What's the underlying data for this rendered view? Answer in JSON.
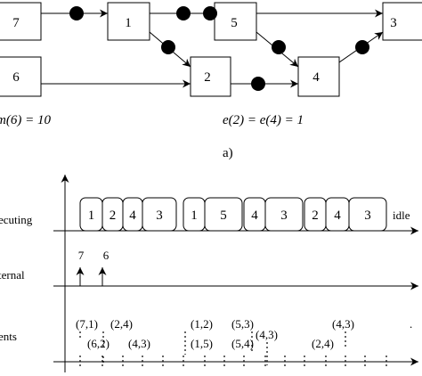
{
  "graph": {
    "nodes": [
      "7",
      "1",
      "5",
      "3",
      "6",
      "2",
      "4"
    ],
    "annotations": {
      "m6": "m(6) = 10",
      "e24": "e(2) = e(4) = 1"
    },
    "caption": "a)"
  },
  "timeline": {
    "row_labels": {
      "executing": "ecuting",
      "internal": "ternal",
      "events": "ents"
    },
    "executing_blocks": [
      "1",
      "2",
      "4",
      "3",
      "1",
      "5",
      "4",
      "3",
      "2",
      "4",
      "3"
    ],
    "idle_label": "idle",
    "internal_events": [
      "7",
      "6"
    ],
    "event_labels_upper": [
      "(7,1)",
      "(2,4)",
      "(1,2)",
      "(5,3)",
      "(4,3)"
    ],
    "event_labels_lower": [
      "(6,2)",
      "(4,3)",
      "(1,5)",
      "(5,4)",
      "(4,3)",
      "(2,4)"
    ]
  }
}
